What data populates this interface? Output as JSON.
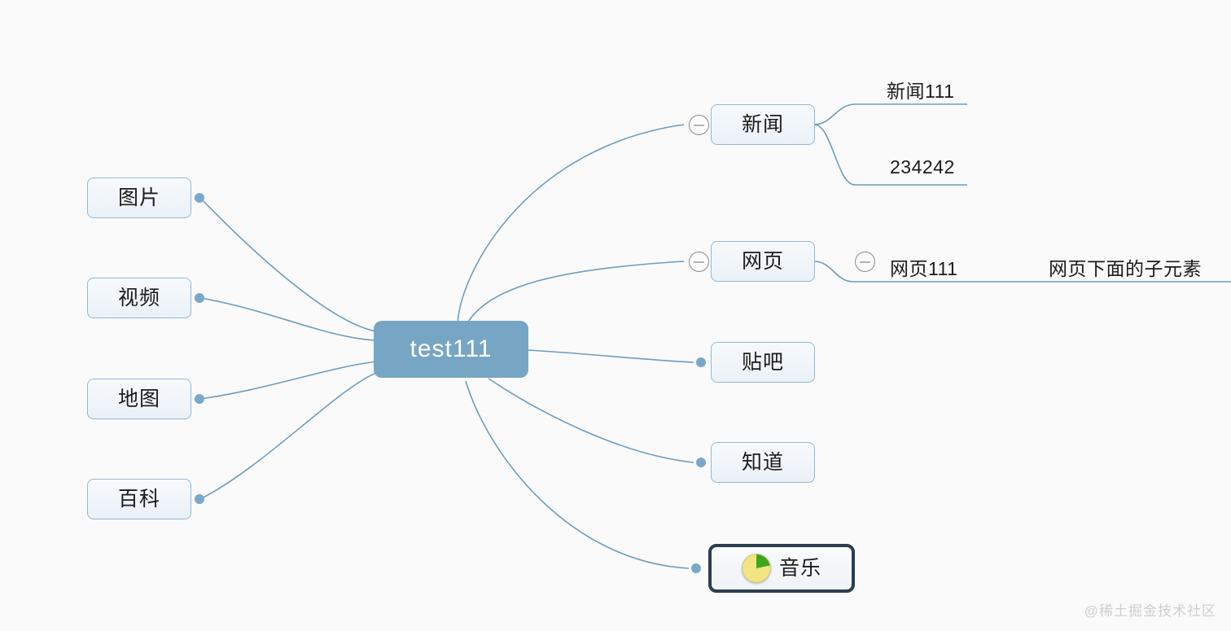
{
  "canvas": {
    "background": "#fafafa",
    "accent": "#77a6c4",
    "edge_color": "#6d9cbe",
    "node_border": "#94b8d4",
    "selected_border": "#2c3e50"
  },
  "root": {
    "label": "test111"
  },
  "left_branch": [
    {
      "label": "图片"
    },
    {
      "label": "视频"
    },
    {
      "label": "地图"
    },
    {
      "label": "百科"
    }
  ],
  "right_branch": [
    {
      "label": "新闻",
      "collapse_icon": "minus-circle-icon",
      "children": [
        {
          "label": "新闻111"
        },
        {
          "label": "234242"
        }
      ]
    },
    {
      "label": "网页",
      "collapse_icon": "minus-circle-icon",
      "children": [
        {
          "label": "网页111",
          "collapse_icon": "minus-circle-icon",
          "children": [
            {
              "label": "网页下面的子元素"
            }
          ]
        }
      ]
    },
    {
      "label": "贴吧"
    },
    {
      "label": "知道"
    },
    {
      "label": "音乐",
      "icon": "pie-chart-icon",
      "selected": true
    }
  ],
  "watermark": {
    "text": "@稀土掘金技术社区"
  }
}
